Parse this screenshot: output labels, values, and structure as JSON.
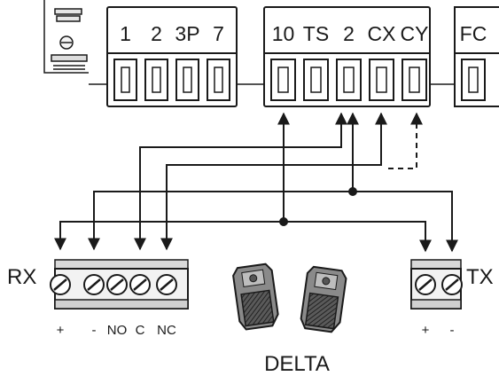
{
  "board": {
    "block_left": {
      "terminals": [
        "1",
        "2",
        "3P",
        "7"
      ]
    },
    "block_mid": {
      "terminals": [
        "10",
        "TS",
        "2",
        "CX",
        "CY"
      ]
    },
    "block_right": {
      "terminals": [
        "FC"
      ]
    }
  },
  "rx": {
    "label": "RX",
    "terminals": [
      "+",
      "-",
      "NO",
      "C",
      "NC"
    ]
  },
  "tx": {
    "label": "TX",
    "terminals": [
      "+",
      "-"
    ]
  },
  "device": {
    "label": "DELTA"
  },
  "colors": {
    "line": "#1a1a1a",
    "shadow": "#bdbdbd",
    "body": "#f2f2f2"
  }
}
